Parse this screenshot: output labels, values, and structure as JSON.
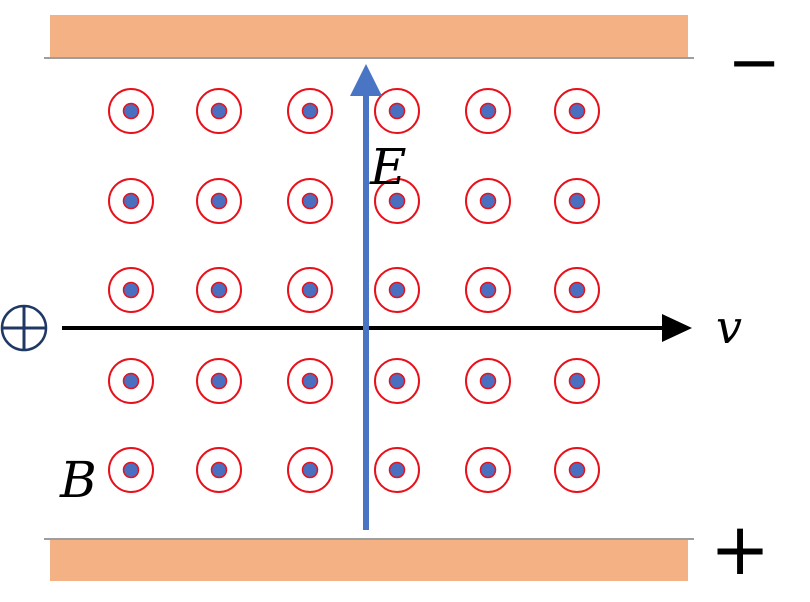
{
  "labels": {
    "E": "E",
    "v": "v",
    "B": "B",
    "top_plate_sign": "−",
    "bottom_plate_sign": "+"
  },
  "colors": {
    "plate_fill": "#f4b183",
    "plate_line": "#7f7f7f",
    "field_ring": "#e8101a",
    "field_dot": "#4a6fc0",
    "e_arrow": "#4a74c4",
    "v_arrow": "#000000",
    "particle": "#1f3864"
  },
  "magnetic_field": {
    "direction": "out-of-page",
    "symbol": "dot-in-circle",
    "rows": 5,
    "cols": 6
  },
  "particle": {
    "charge": "positive",
    "symbol": "circle-plus-icon"
  }
}
